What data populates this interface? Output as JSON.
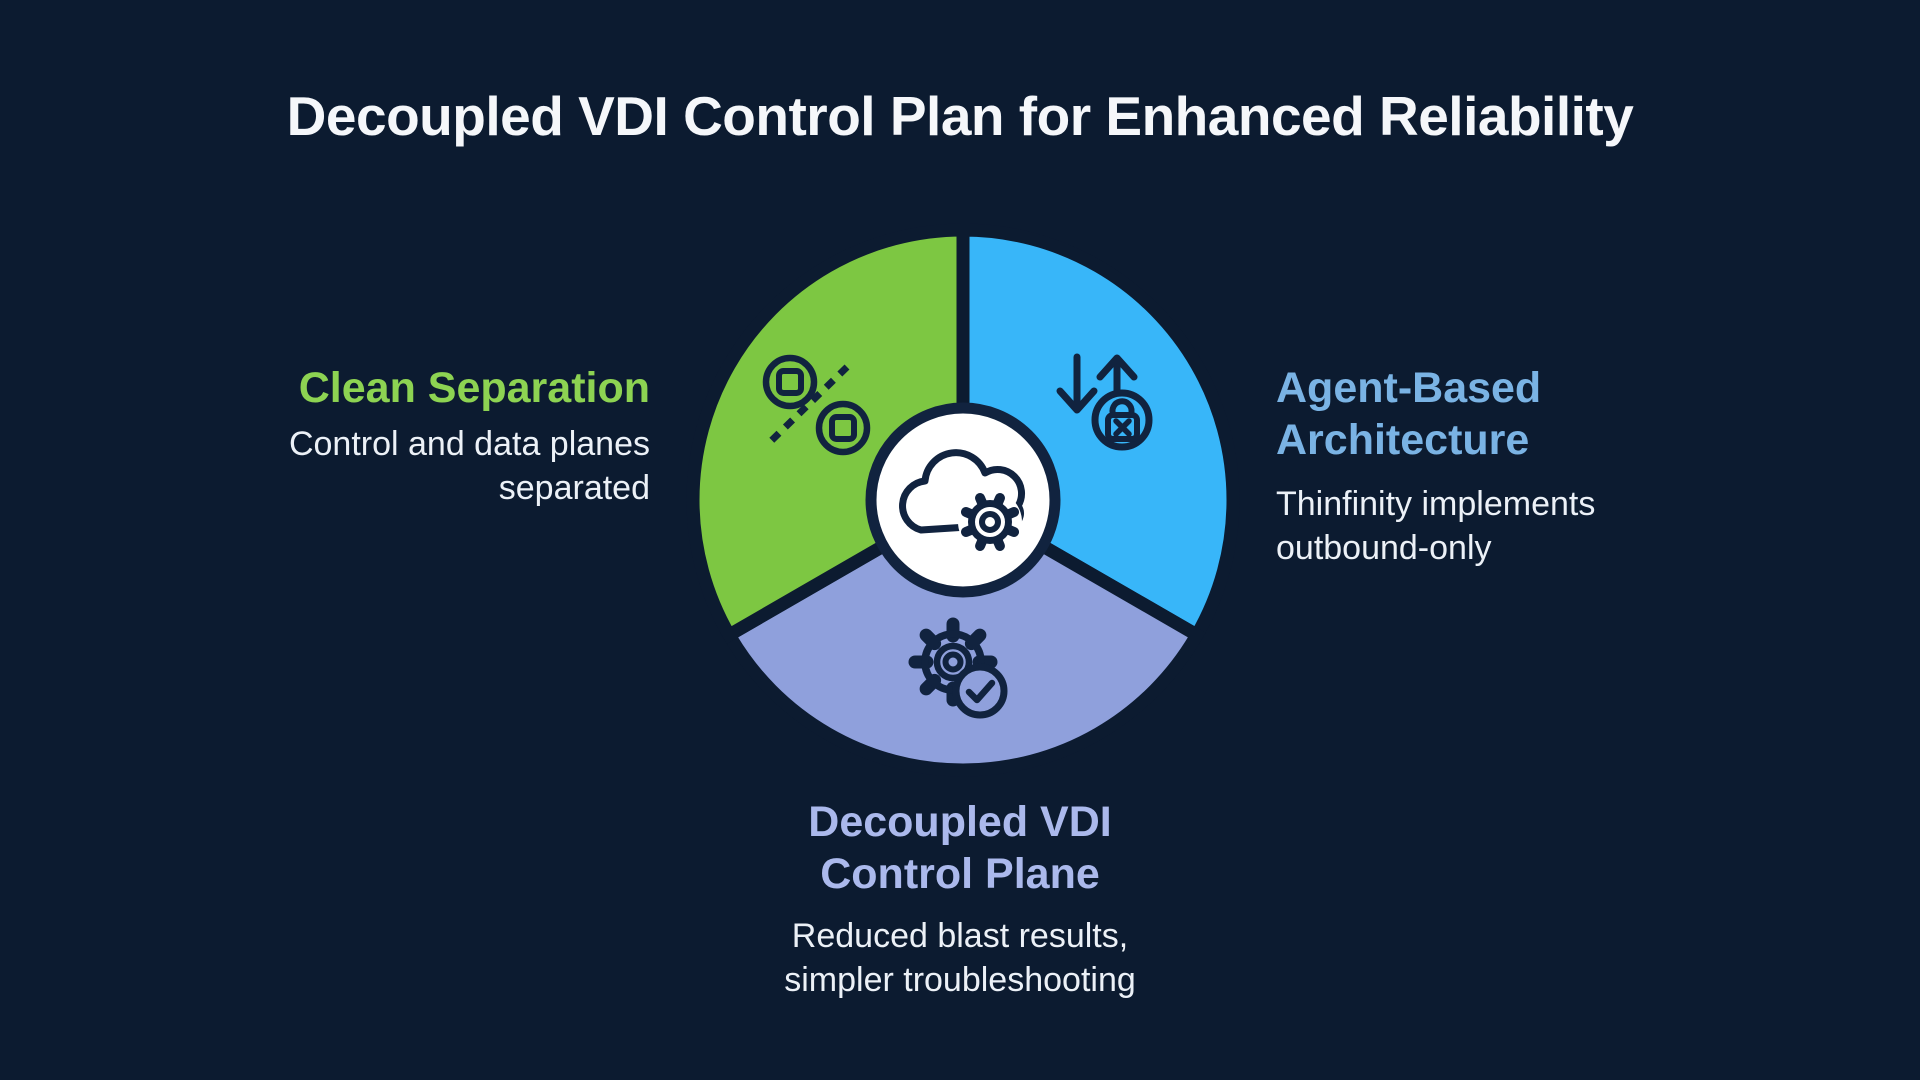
{
  "title": "Decoupled VDI Control Plan for Enhanced Reliability",
  "colors": {
    "background": "#0C1B30",
    "icon_stroke": "#11233F",
    "center_circle_fill": "#FFFFFF",
    "title_text": "#F5F7FA",
    "body_text": "#ECF1F7",
    "green_slice": "#7DC742",
    "green_heading": "#8DD352",
    "blue_slice": "#38B6F9",
    "blue_heading": "#7AB3E4",
    "purple_slice": "#8FA0DC",
    "purple_heading": "#ABB9EC"
  },
  "diagram": {
    "type": "three-segment-circle",
    "center_icon": "cloud-gear-icon",
    "segments": [
      {
        "id": "clean-separation",
        "position": "left",
        "icon": "separated-modules-icon",
        "color": "#7DC742",
        "heading": "Clean Separation",
        "description": "Control and data planes separated",
        "description_lines": [
          "Control and data planes",
          "separated"
        ]
      },
      {
        "id": "agent-based-architecture",
        "position": "right",
        "icon": "outbound-arrows-lock-icon",
        "color": "#38B6F9",
        "heading": "Agent-Based Architecture",
        "heading_lines": [
          "Agent-Based",
          "Architecture"
        ],
        "description": "Thinfinity implements outbound-only",
        "description_lines": [
          "Thinfinity implements",
          "outbound-only"
        ]
      },
      {
        "id": "decoupled-vdi-control-plane",
        "position": "bottom",
        "icon": "gear-check-icon",
        "color": "#8FA0DC",
        "heading": "Decoupled VDI Control Plane",
        "heading_lines": [
          "Decoupled VDI",
          "Control Plane"
        ],
        "description": "Reduced blast results, simpler troubleshooting",
        "description_lines": [
          "Reduced blast results,",
          "simpler troubleshooting"
        ]
      }
    ]
  }
}
